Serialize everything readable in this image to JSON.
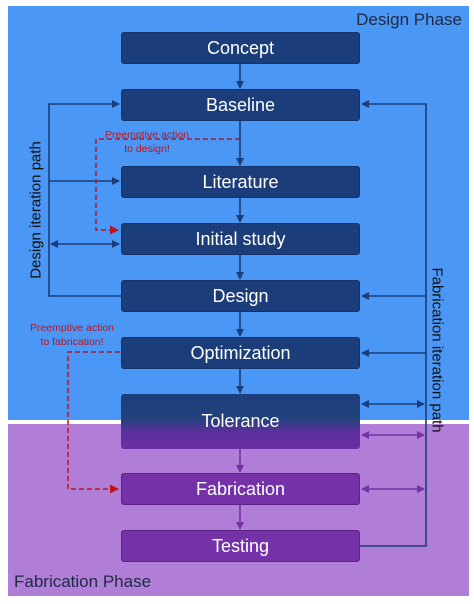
{
  "phases": {
    "design": "Design Phase",
    "fabrication": "Fabrication Phase"
  },
  "steps": {
    "concept": "Concept",
    "baseline": "Baseline",
    "literature": "Literature",
    "initial_study": "Initial study",
    "design": "Design",
    "optimization": "Optimization",
    "tolerance": "Tolerance",
    "fabrication": "Fabrication",
    "testing": "Testing"
  },
  "paths": {
    "design_iteration": "Design iteration path",
    "fabrication_iteration": "Fabrication iteration path"
  },
  "annotations": {
    "design_line1": "Preemptive action",
    "design_line2": "to design!",
    "fab_line1": "Preemptive action",
    "fab_line2": "to fabrication!"
  },
  "colors": {
    "design_phase": "#4a97f5",
    "fabrication_phase": "#b07ed6",
    "design_box": "#1b3d7a",
    "fabrication_box": "#7431a8",
    "preemptive_arrow": "#c0141b"
  }
}
